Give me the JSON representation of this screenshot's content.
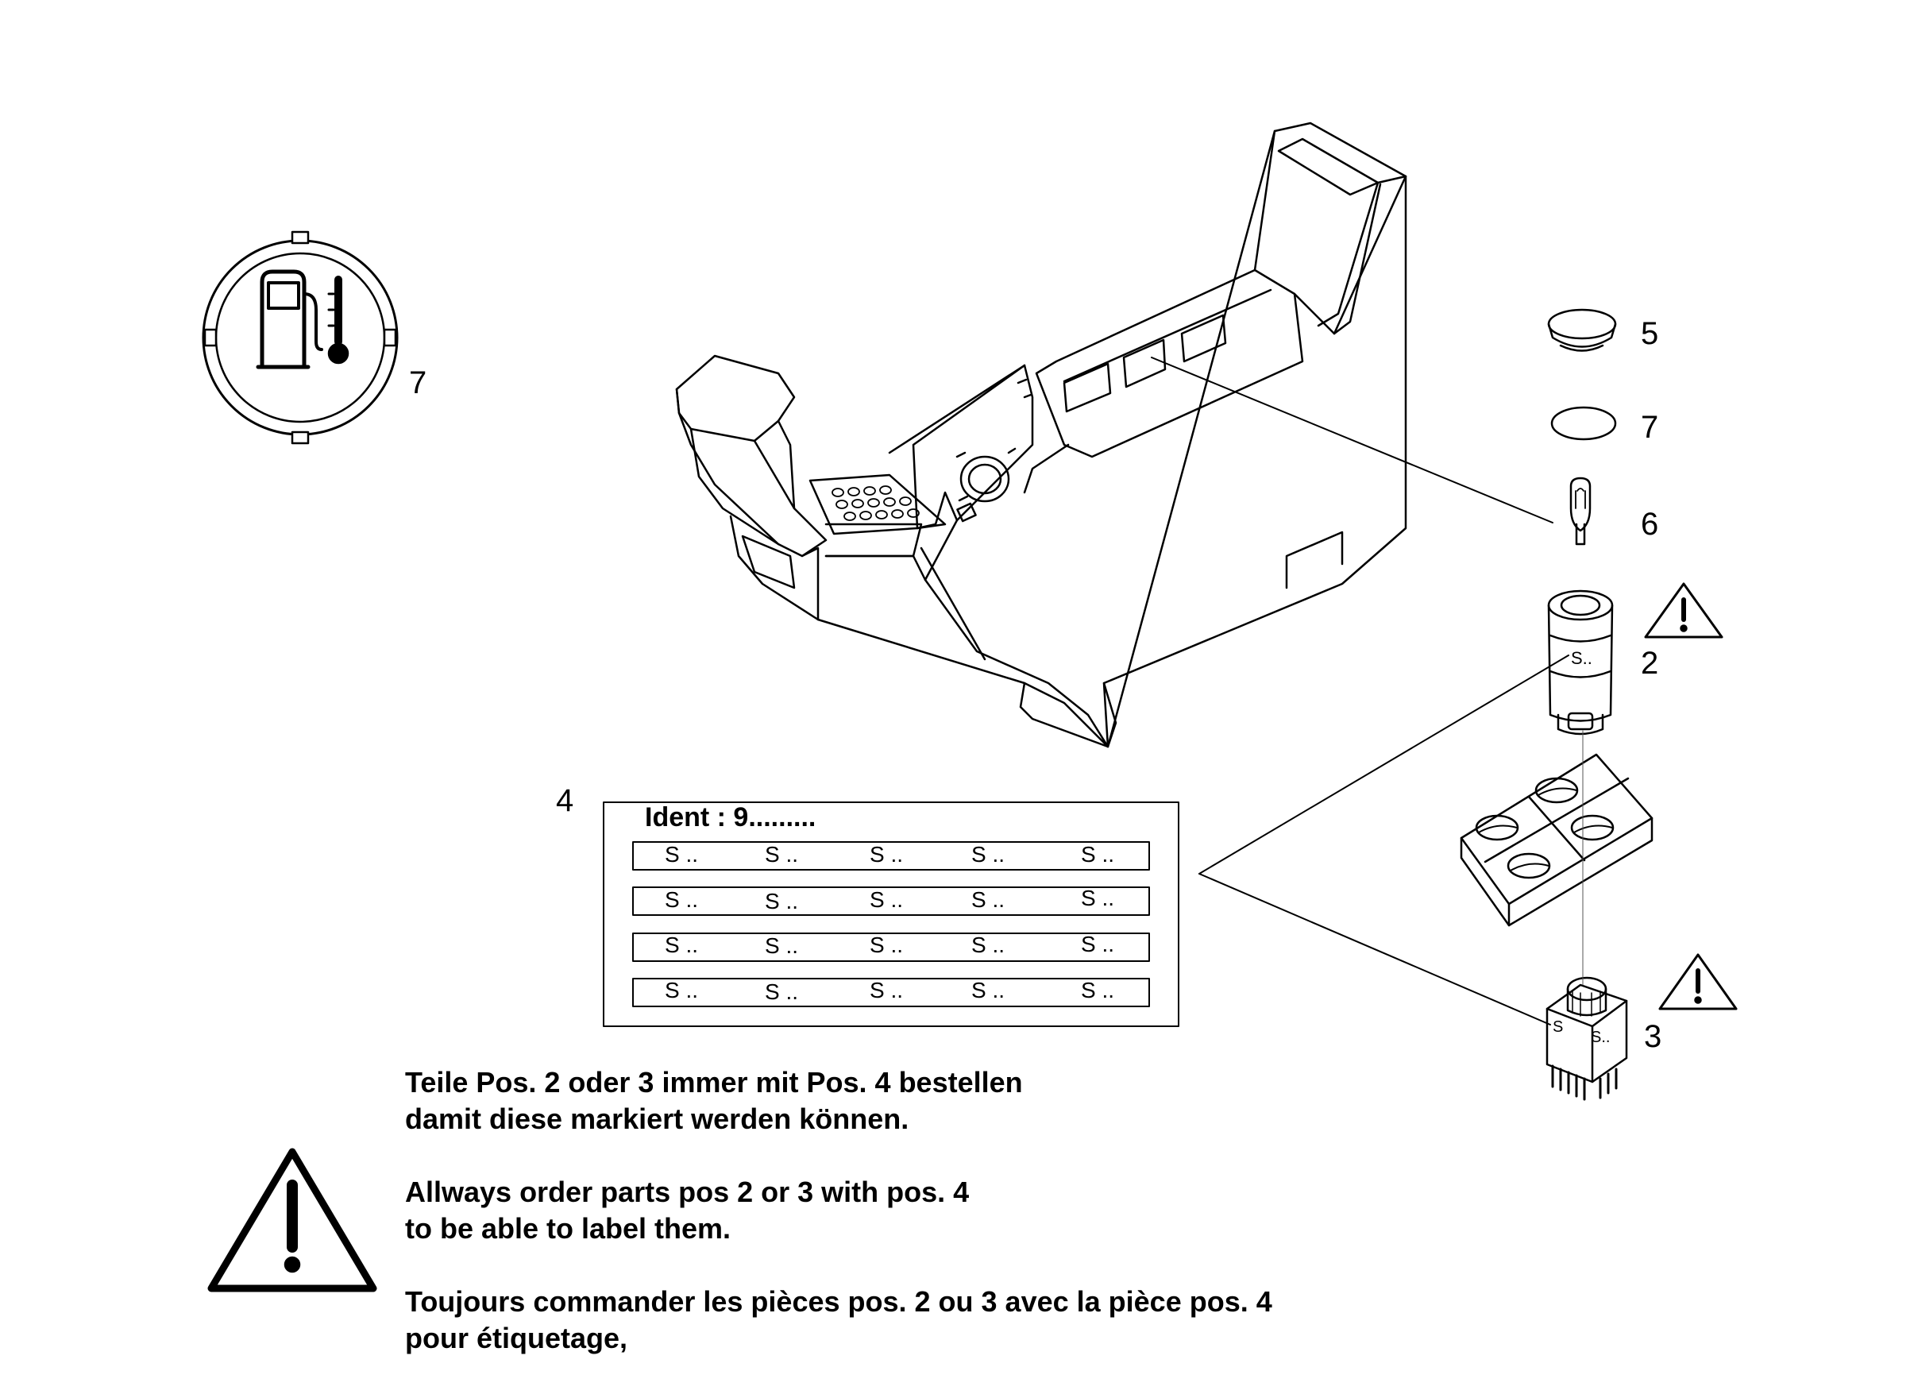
{
  "diagram": {
    "position_labels": {
      "gauge": "7",
      "cap": "5",
      "ring": "7",
      "bulb": "6",
      "switch_round": "2",
      "switch_square": "3",
      "label_sheet": "4"
    },
    "label_sheet": {
      "ident": "Ident : 9.........",
      "rows": [
        [
          "S ..",
          "S ..",
          "S ..",
          "S ..",
          "S .."
        ],
        [
          "S ..",
          "S ..",
          "S ..",
          "S ..",
          "S .."
        ],
        [
          "S ..",
          "S ..",
          "S ..",
          "S ..",
          "S .."
        ],
        [
          "S ..",
          "S ..",
          "S ..",
          "S ..",
          "S .."
        ]
      ]
    },
    "switch_marks": {
      "round": "S..",
      "square_left": "S",
      "square_right": "S.."
    },
    "notes": [
      {
        "lines": [
          "Teile Pos. 2 oder 3 immer mit Pos. 4 bestellen",
          "damit diese markiert werden können."
        ]
      },
      {
        "lines": [
          "Allways order parts pos 2 or 3 with pos. 4",
          "to be able to label them."
        ]
      },
      {
        "lines": [
          "Toujours commander les pièces pos. 2 ou 3 avec la pièce pos. 4",
          "pour étiquetage,"
        ]
      }
    ]
  }
}
